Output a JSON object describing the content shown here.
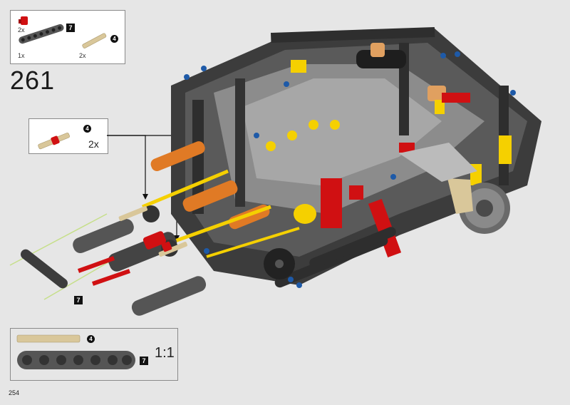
{
  "page": {
    "step_number": "261",
    "page_number": "254"
  },
  "parts_box": {
    "items": [
      {
        "qty": "2x",
        "part": "red-connector"
      },
      {
        "qty": "1x",
        "part": "gray-beam",
        "length_badge": "7"
      },
      {
        "qty": "2x",
        "part": "tan-axle",
        "length_badge": "4"
      }
    ]
  },
  "callout": {
    "qty": "2x",
    "length_badge": "4"
  },
  "beam_label": {
    "length_badge": "7"
  },
  "scale_box": {
    "scale": "1:1",
    "axle_badge": "4",
    "beam_badge": "7"
  },
  "colors": {
    "background": "#e6e6e6",
    "dark_gray": "#3c3c3c",
    "light_gray": "#a7a7a7",
    "red": "#d01012",
    "yellow": "#f5d000",
    "orange": "#e07a25",
    "tan": "#d9c79a",
    "blue": "#1e5aa8"
  }
}
